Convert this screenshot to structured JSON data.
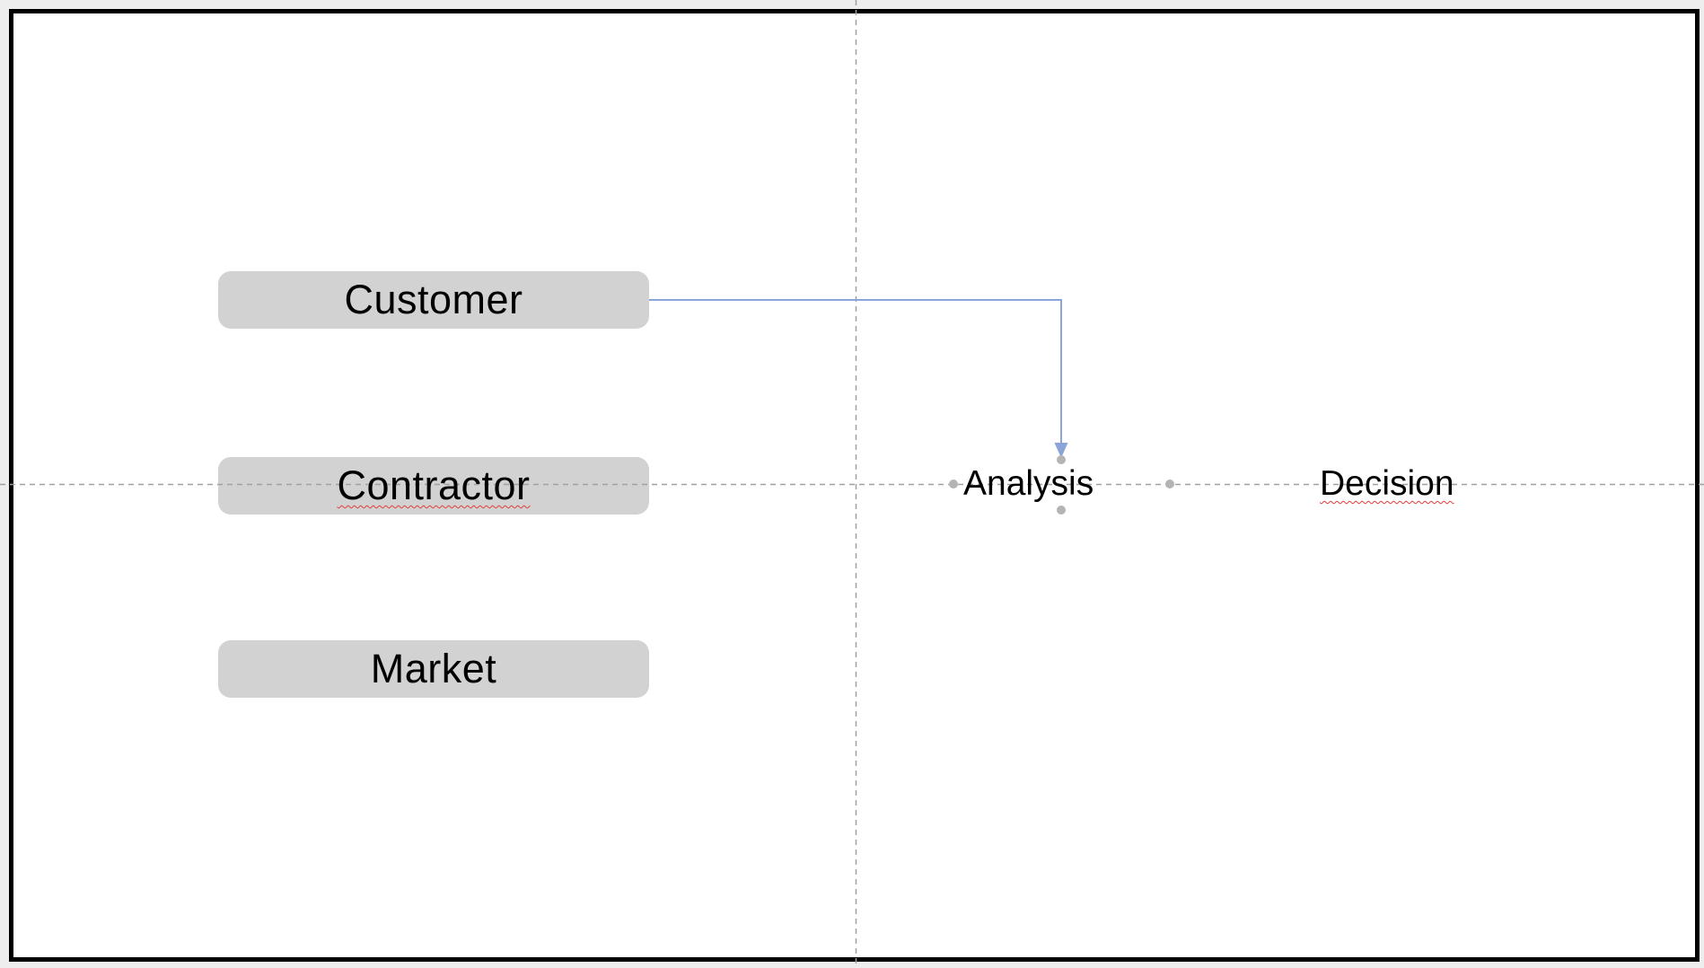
{
  "colors": {
    "outer_background": "#eeeeee",
    "slide_background": "#ffffff",
    "slide_border": "#000000",
    "shape_fill": "#d2d2d2",
    "shape_text": "#000000",
    "connector": "#8ba5d9",
    "guide": "#a0a0a0",
    "connection_dot": "#b4b4b4",
    "spellcheck_underline": "#e23b3b"
  },
  "shapes": [
    {
      "label": "Customer"
    },
    {
      "label": "Contractor"
    },
    {
      "label": "Market"
    }
  ],
  "floating_labels": [
    {
      "label": "Analysis"
    },
    {
      "label": "Decision"
    }
  ],
  "connector": {
    "from": "Customer",
    "to": "Analysis",
    "type": "elbow-arrow"
  }
}
